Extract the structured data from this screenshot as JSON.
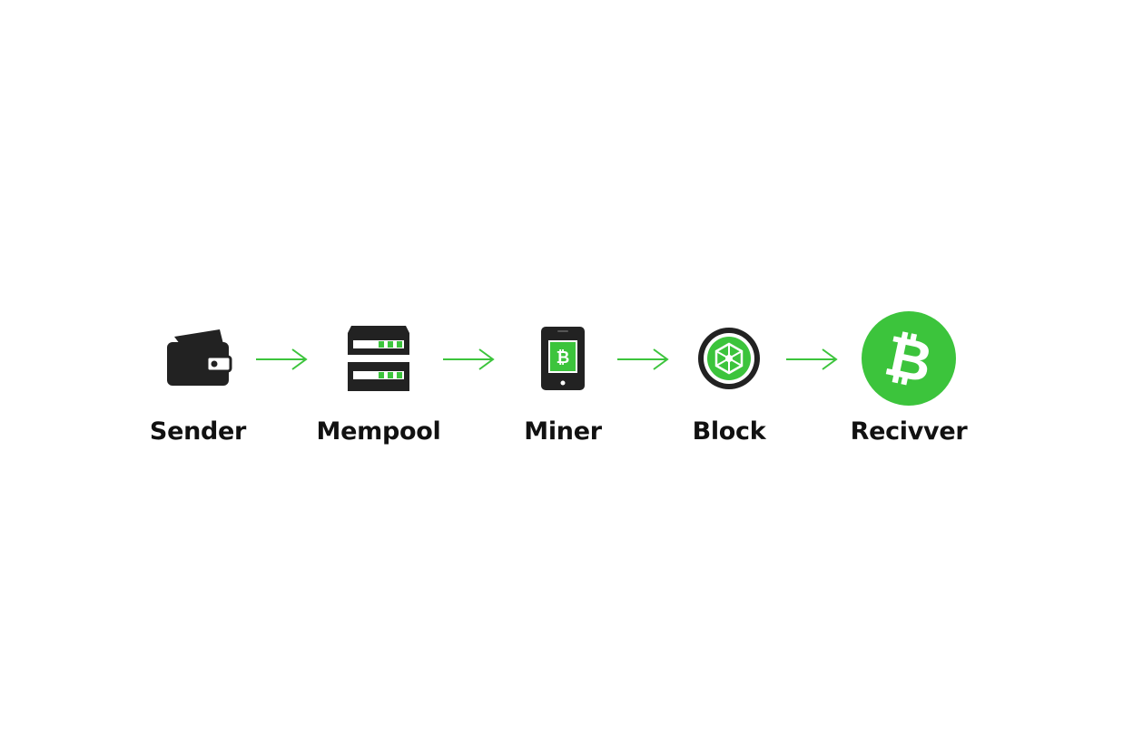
{
  "colors": {
    "accent": "#3cc43c",
    "icon_dark": "#222222",
    "text": "#111111",
    "background": "#ffffff"
  },
  "flow": {
    "steps": [
      {
        "label": "Sender",
        "icon": "wallet-icon"
      },
      {
        "label": "Mempool",
        "icon": "server-icon"
      },
      {
        "label": "Miner",
        "icon": "mining-device-icon"
      },
      {
        "label": "Block",
        "icon": "block-icon"
      },
      {
        "label": "Recivver",
        "icon": "bitcoin-icon"
      }
    ],
    "arrow_icon": "arrow-right-icon"
  }
}
